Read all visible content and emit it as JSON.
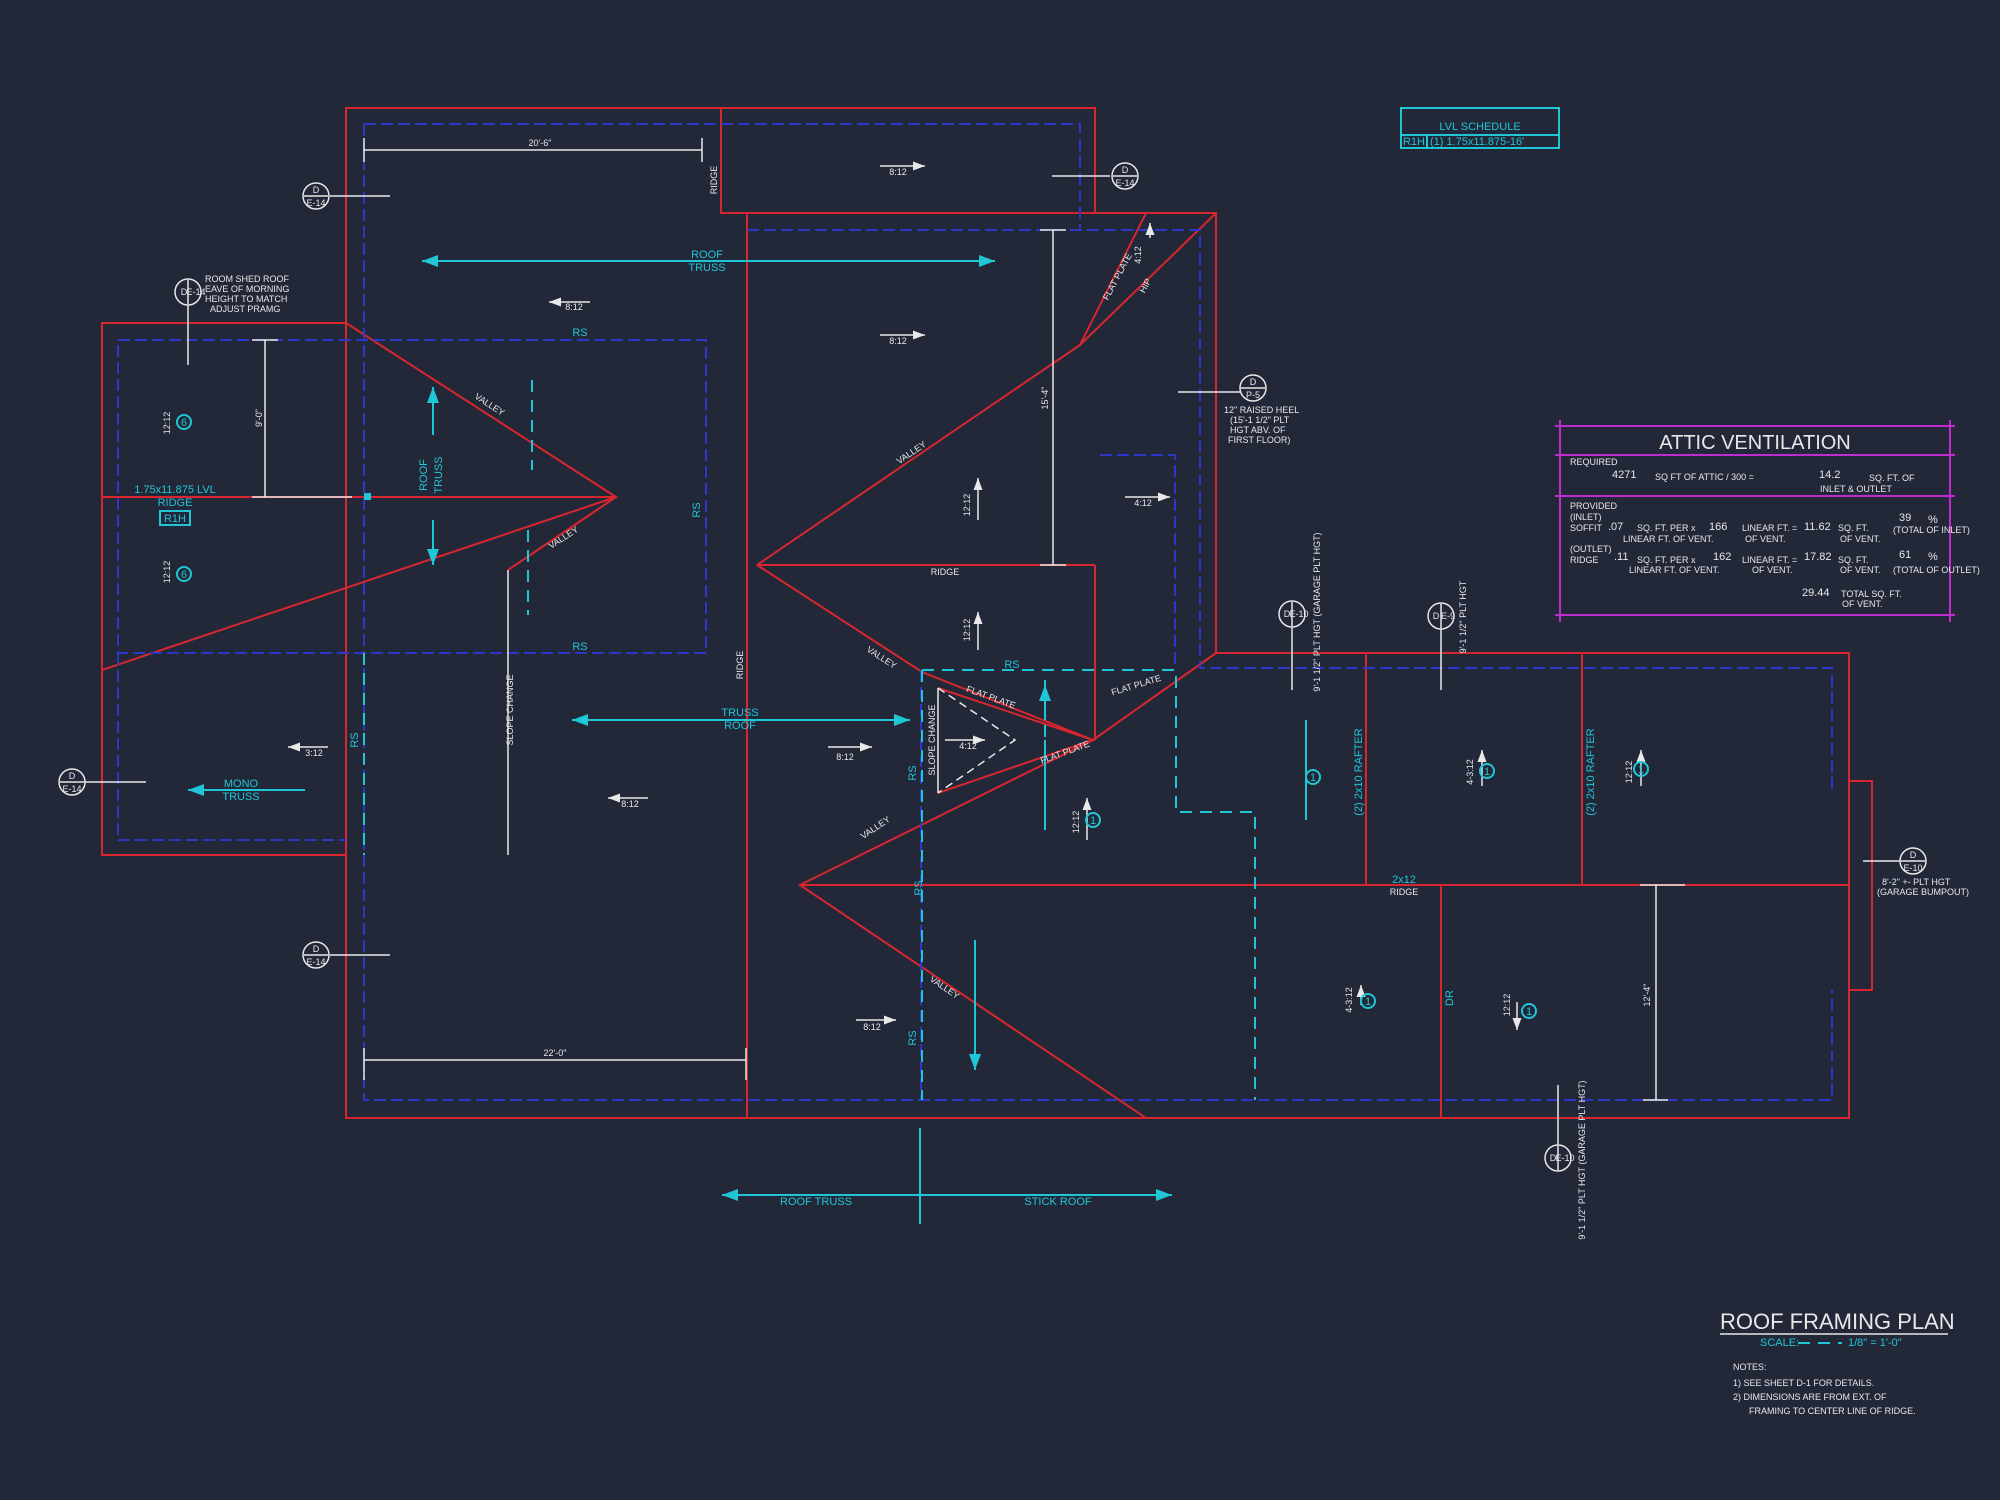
{
  "sheet": {
    "title": "ROOF FRAMING PLAN",
    "scale_label": "SCALE:",
    "scale_value": "1/8\" = 1'-0\"",
    "notes_title": "NOTES:",
    "notes": [
      "1)  SEE SHEET D-1 FOR DETAILS.",
      "2)  DIMENSIONS ARE FROM EXT. OF",
      "FRAMING TO CENTER LINE OF RIDGE."
    ]
  },
  "lvl_schedule": {
    "title": "LVL SCHEDULE",
    "mark": "R1H",
    "spec": "(1) 1.75x11.875-16'"
  },
  "attic_ventilation": {
    "title": "ATTIC VENTILATION",
    "required_label": "REQUIRED",
    "attic_sqft": "4271",
    "req_text": "SQ FT OF ATTIC / 300 =",
    "req_value": "14.2",
    "req_unit_1": "SQ. FT. OF",
    "req_unit_2": "INLET & OUTLET",
    "provided_label": "PROVIDED",
    "inlet_label": "(INLET)",
    "soffit_label": "SOFFIT",
    "soffit_rate": ".07",
    "soffit_len": "166",
    "soffit_area": "11.62",
    "soffit_pct": "39",
    "outlet_label": "(OUTLET)",
    "ridge_label": "RIDGE",
    "ridge_rate": ".11",
    "ridge_len": "162",
    "ridge_area": "17.82",
    "ridge_pct": "61",
    "sqft_per": "SQ. FT. PER x",
    "lin_ft": "LINEAR FT. =",
    "lin_ft_vent": "LINEAR FT. OF VENT.",
    "of_vent": "OF VENT.",
    "sq_ft": "SQ. FT.",
    "pct": "%",
    "total_of_inlet": "(TOTAL OF INLET)",
    "total_of_outlet": "(TOTAL OF OUTLET)",
    "total_value": "29.44",
    "total_label": "TOTAL SQ. FT.",
    "total_label2": "OF VENT."
  },
  "dimensions": {
    "top": "20'-6\"",
    "bottom": "22'-0\"",
    "left_vert": "9'-0\"",
    "mid_vert": "15'-4\"",
    "right_vert": "12'-4\""
  },
  "labels": {
    "roof_truss": "ROOF",
    "roof_truss2": "TRUSS",
    "truss_roof": "TRUSS",
    "truss_roof2": "ROOF",
    "mono": "MONO",
    "mono2": "TRUSS",
    "rs": "RS",
    "ridge": "RIDGE",
    "valley": "VALLEY",
    "hip": "HIP",
    "flat_plate": "FLAT PLATE",
    "slope_change": "SLOPE CHANGE",
    "lvl_note": "1.75x11.875 LVL",
    "lvl_note2": "RIDGE",
    "lvl_tag": "R1H",
    "rafter": "(2) 2x10 RAFTER",
    "ridge_2x12": "2x12",
    "dr": "DR",
    "legend_roof_truss": "ROOF TRUSS",
    "legend_stick_roof": "STICK ROOF",
    "shed_note": [
      "ROOM SHED ROOF",
      "EAVE OF MORNING",
      "HEIGHT TO MATCH",
      "ADJUST PRAMG"
    ],
    "heel_note": [
      "12\" RAISED HEEL",
      "(15'-1 1/2\" PLT",
      "HGT ABV. OF",
      "FIRST FLOOR)"
    ],
    "garage_note_r": [
      "8'-2\" +- PLT HGT",
      "(GARAGE BUMPOUT)"
    ],
    "garage_note_a": "9'-1 1/2\" PLT HGT (GARAGE PLT HGT)",
    "garage_note_b": "9'-1 1/2\" PLT HGT",
    "garage_note_c": "9'-1 1/2\" PLT HGT (GARAGE PLT HGT)"
  },
  "pitches": {
    "p812": "8:12",
    "p1212": "12:12",
    "p412": "4:12",
    "p312": "3:12",
    "p4312": "4-3:12"
  },
  "section_tags": {
    "d": "D",
    "e14": "E-14",
    "e10": "E-10",
    "e9": "E-9",
    "p5": "P-5",
    "six": "6",
    "one": "1"
  },
  "colors": {
    "background": "#232839",
    "framing_red": "#d8262e",
    "wall_blue": "#2e36c8",
    "annotation_cyan": "#1fc6d6",
    "text_white": "#e8e8e8",
    "vent_magenta": "#c02bd0"
  }
}
